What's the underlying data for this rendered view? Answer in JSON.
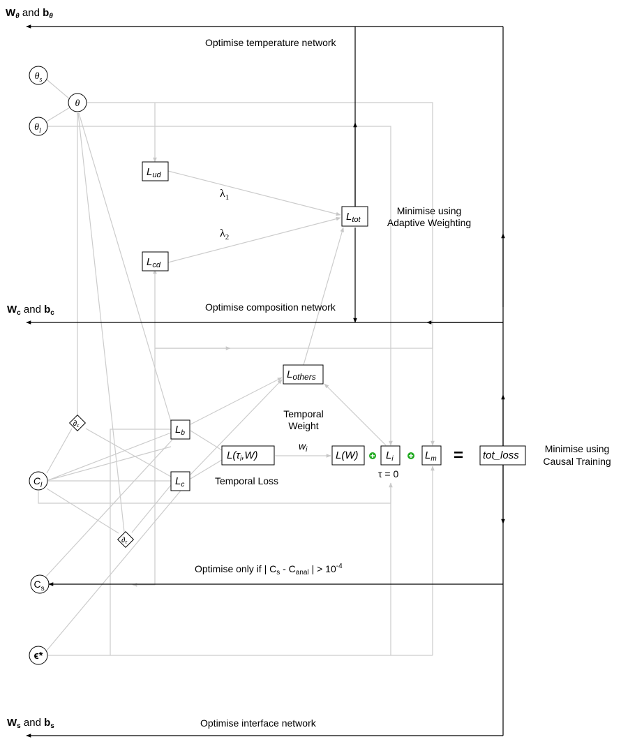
{
  "header_labels": {
    "w_theta": "W",
    "w_theta_sub": "θ",
    "and_text": "and",
    "b_theta": "b",
    "b_theta_sub": "θ",
    "w_c": "W",
    "w_c_sub": "c",
    "b_c": "b",
    "b_c_sub": "c",
    "w_s": "W",
    "w_s_sub": "s",
    "b_s": "b",
    "b_s_sub": "s"
  },
  "annotations": {
    "opt_temperature": "Optimise temperature network",
    "opt_composition": "Optimise composition network",
    "opt_interface": "Optimise interface network",
    "opt_only_if_prefix": "Optimise only if | C",
    "opt_only_if_s": "s",
    "opt_only_if_mid": " - C",
    "opt_only_if_anal": "anal",
    "opt_only_if_suffix": " | > 10",
    "opt_only_if_exp": "-4",
    "minimise_adaptive_1": "Minimise using",
    "minimise_adaptive_2": "Adaptive Weighting",
    "minimise_causal_1": "Minimise using",
    "minimise_causal_2": "Causal Training",
    "temporal_weight_1": "Temporal",
    "temporal_weight_2": "Weight",
    "temporal_loss": "Temporal Loss",
    "lambda1": "λ",
    "lambda1_sub": "1",
    "lambda2": "λ",
    "lambda2_sub": "2",
    "w_i": "w",
    "w_i_sub": "i",
    "tau_zero": "τ = 0",
    "equals": "="
  },
  "nodes": {
    "theta_s": {
      "main": "θ",
      "sub": "s"
    },
    "theta_l": {
      "main": "θ",
      "sub": "l"
    },
    "theta": {
      "main": "θ"
    },
    "c_l": {
      "main": "C",
      "sub": "l"
    },
    "c_s": {
      "main": "C",
      "sub": "s"
    },
    "eps_star": {
      "main": "ϵ*"
    },
    "d_eps": {
      "main": "∂",
      "sub": "ϵ"
    },
    "d_tau": {
      "main": "∂",
      "sub": "τ"
    },
    "l_ud": {
      "main": "L",
      "sub": "ud"
    },
    "l_cd": {
      "main": "L",
      "sub": "cd"
    },
    "l_tot": {
      "main": "L",
      "sub": "tot"
    },
    "l_others": {
      "main": "L",
      "sub": "others"
    },
    "l_b": {
      "main": "L",
      "sub": "b"
    },
    "l_c": {
      "main": "L",
      "sub": "c"
    },
    "l_tau_w": {
      "main": "L(τ",
      "sub": "i",
      "tail": ",W)"
    },
    "l_w": {
      "main": "L(W)"
    },
    "l_i": {
      "main": "L",
      "sub": "i"
    },
    "l_m": {
      "main": "L",
      "sub": "m"
    },
    "tot_loss": {
      "main": "tot_loss"
    }
  },
  "colors": {
    "grey_line": "#cccccc",
    "black_line": "#000000",
    "plus_green": "#22aa22"
  }
}
